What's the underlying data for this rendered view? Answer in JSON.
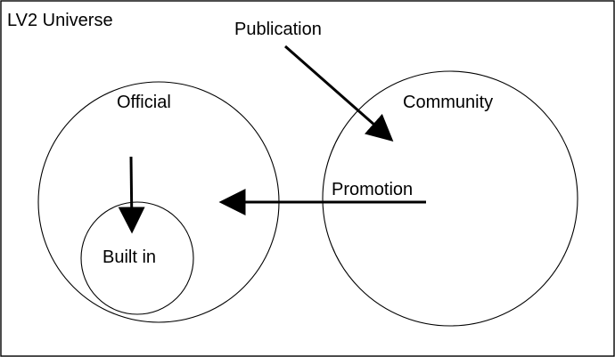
{
  "diagram": {
    "title": "LV2 Universe",
    "labels": {
      "publication": "Publication",
      "official": "Official",
      "community": "Community",
      "promotion": "Promotion",
      "built_in": "Built in"
    }
  }
}
